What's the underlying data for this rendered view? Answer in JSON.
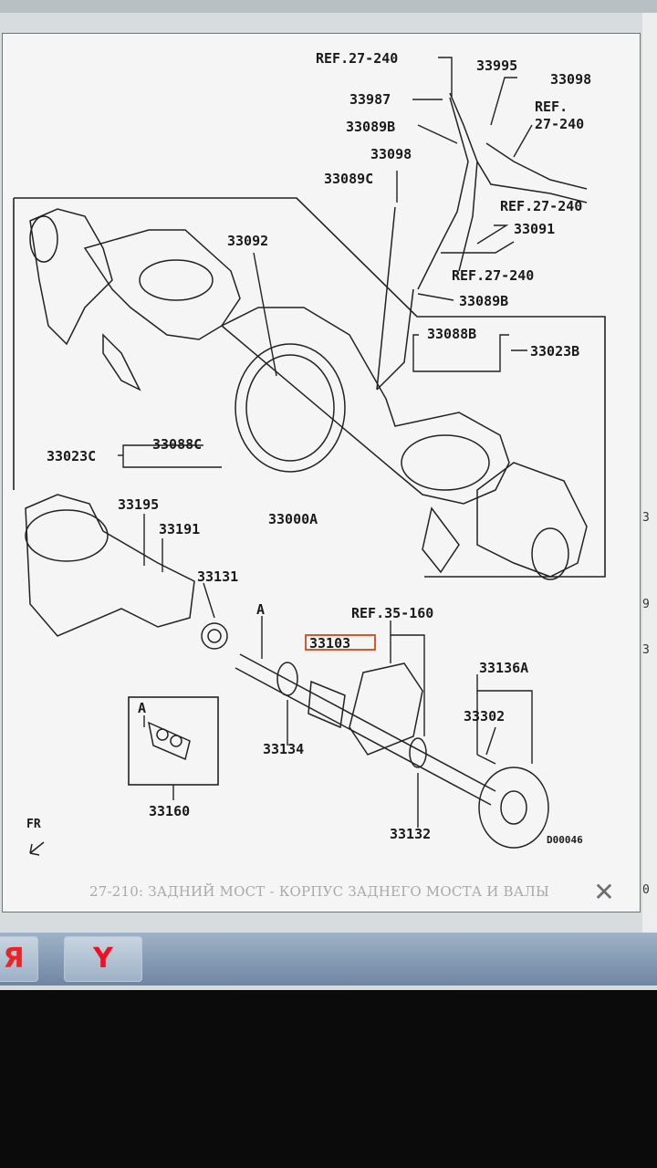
{
  "viewer": {
    "caption": "27-210: ЗАДНИЙ МОСТ - КОРПУС ЗАДНЕГО МОСТА И ВАЛЫ",
    "close_glyph": "✕",
    "diagram_code": "D00046",
    "direction_label": "FR"
  },
  "parts": {
    "ref_27_240_a": "REF.27-240",
    "p33995": "33995",
    "p33098_a": "33098",
    "ref_a": "REF.",
    "ref_a2": "27-240",
    "p33987": "33987",
    "p33089b_a": "33089B",
    "p33098_b": "33098",
    "p33089c": "33089C",
    "ref_27_240_b": "REF.27-240",
    "p33091": "33091",
    "ref_27_240_c": "REF.27-240",
    "p33089b_b": "33089B",
    "p33092": "33092",
    "p33088b": "33088B",
    "p33023b": "33023B",
    "p33088c": "33088C",
    "p33023c": "33023C",
    "p33195": "33195",
    "p33191": "33191",
    "p33000a": "33000A",
    "p33131": "33131",
    "a_mark_1": "A",
    "ref_35_160": "REF.35-160",
    "p33103": "33103",
    "p33136a": "33136A",
    "p33302": "33302",
    "a_mark_2": "A",
    "p33134": "33134",
    "p33160": "33160",
    "p33132": "33132"
  },
  "right_panel": {
    "chars": [
      "3",
      "9",
      "3",
      "0"
    ]
  },
  "taskbar": {
    "yandex_label": "Я",
    "y_label": "Y"
  }
}
